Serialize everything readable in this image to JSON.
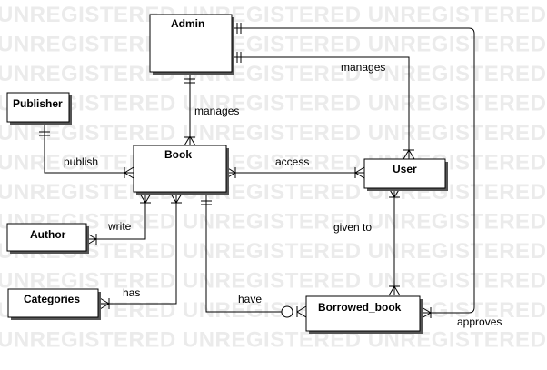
{
  "watermark": "UNREGISTERED",
  "entities": {
    "admin": "Admin",
    "publisher": "Publisher",
    "book": "Book",
    "user": "User",
    "author": "Author",
    "categories": "Categories",
    "borrowed_book": "Borrowed_book"
  },
  "relationships": {
    "admin_book": "manages",
    "admin_user": "manages",
    "publisher_book": "publish",
    "book_user": "access",
    "author_book": "write",
    "user_borrowed": "given to",
    "categories_book": "has",
    "book_borrowed": "have",
    "admin_borrowed": "approves"
  }
}
